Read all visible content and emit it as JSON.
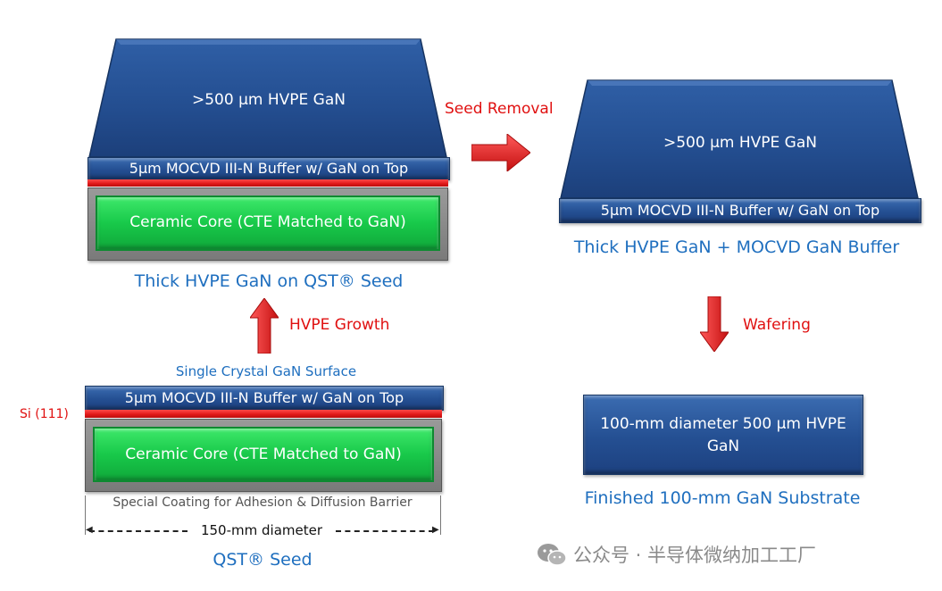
{
  "left_top": {
    "hvpe_label": ">500 µm HVPE GaN",
    "buffer_label": "5µm MOCVD III-N Buffer w/ GaN on Top",
    "core_label": "Ceramic Core (CTE Matched to GaN)",
    "caption": "Thick HVPE GaN on QST® Seed"
  },
  "hvpe_growth_label": "HVPE Growth",
  "left_bottom": {
    "surface_label": "Single Crystal GaN Surface",
    "buffer_label": "5µm MOCVD III-N Buffer w/ GaN on Top",
    "si_label": "Si (111)",
    "core_label": "Ceramic Core (CTE Matched to GaN)",
    "coating_label": "Special Coating for Adhesion & Diffusion Barrier",
    "diameter_label": "150-mm diameter",
    "caption": "QST® Seed"
  },
  "seed_removal_label": "Seed Removal",
  "right_top": {
    "hvpe_label": ">500 µm HVPE GaN",
    "buffer_label": "5µm MOCVD III-N Buffer w/ GaN on Top",
    "caption": "Thick HVPE GaN + MOCVD GaN Buffer"
  },
  "wafering_label": "Wafering",
  "right_bottom": {
    "box_label": "100-mm diameter 500 µm HVPE GaN",
    "caption": "Finished 100-mm GaN Substrate"
  },
  "watermark": {
    "text": "公众号 · 半导体微纳加工工厂",
    "icon": "wechat-icon"
  },
  "colors": {
    "blue_layer": "#244f92",
    "red_layer": "#e01818",
    "green_core": "#18c94a",
    "caption_blue": "#1f6fbf",
    "label_red": "#e01010"
  }
}
